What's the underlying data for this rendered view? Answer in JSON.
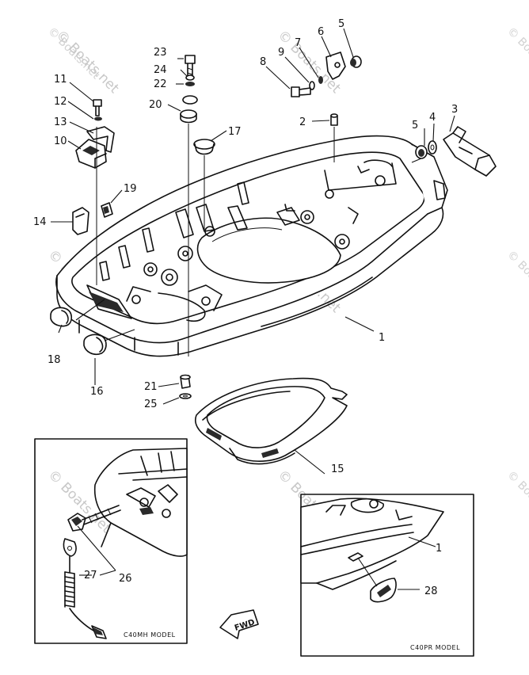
{
  "watermark": {
    "text": "© Boats.net",
    "color": "#c8c8c8"
  },
  "callouts": {
    "c1_main": "1",
    "c1_inset": "1",
    "c2": "2",
    "c3": "3",
    "c4": "4",
    "c5_top": "5",
    "c5_side": "5",
    "c6": "6",
    "c7": "7",
    "c8": "8",
    "c9": "9",
    "c10": "10",
    "c11": "11",
    "c12": "12",
    "c13": "13",
    "c14": "14",
    "c15": "15",
    "c16": "16",
    "c17": "17",
    "c18": "18",
    "c19": "19",
    "c20": "20",
    "c21": "21",
    "c22": "22",
    "c23": "23",
    "c24": "24",
    "c25": "25",
    "c26": "26",
    "c27": "27",
    "c28": "28"
  },
  "insets": {
    "left_model": "C40MH MODEL",
    "right_model": "C40PR MODEL"
  },
  "direction_arrow": {
    "label": "FWD"
  }
}
